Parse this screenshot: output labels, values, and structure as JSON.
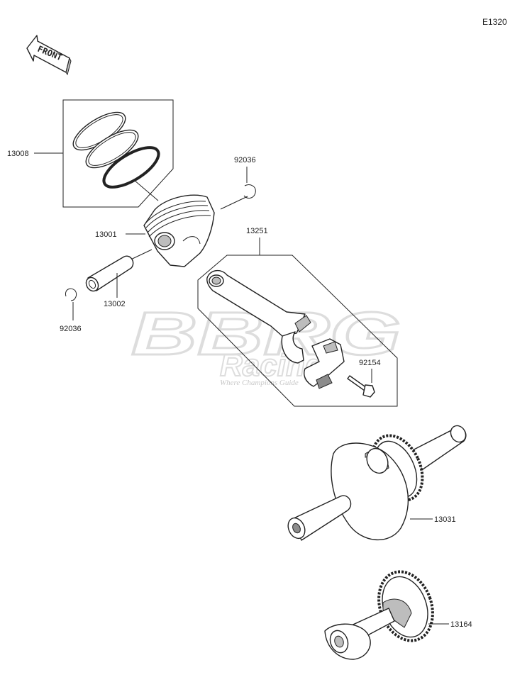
{
  "diagram_code": "E1320",
  "front_label": "FRONT",
  "watermark": {
    "brand": "BBRG",
    "sub": "Racing",
    "tagline": "Where Champions Guide"
  },
  "parts": [
    {
      "id": "13008",
      "name": "piston rings set"
    },
    {
      "id": "92036",
      "name": "snap ring upper"
    },
    {
      "id": "13001",
      "name": "piston"
    },
    {
      "id": "13251",
      "name": "connecting rod assembly"
    },
    {
      "id": "13002",
      "name": "piston pin"
    },
    {
      "id": "92036",
      "name": "snap ring lower"
    },
    {
      "id": "92154",
      "name": "rod bolt"
    },
    {
      "id": "13031",
      "name": "crankshaft"
    },
    {
      "id": "13164",
      "name": "balancer shaft"
    }
  ]
}
